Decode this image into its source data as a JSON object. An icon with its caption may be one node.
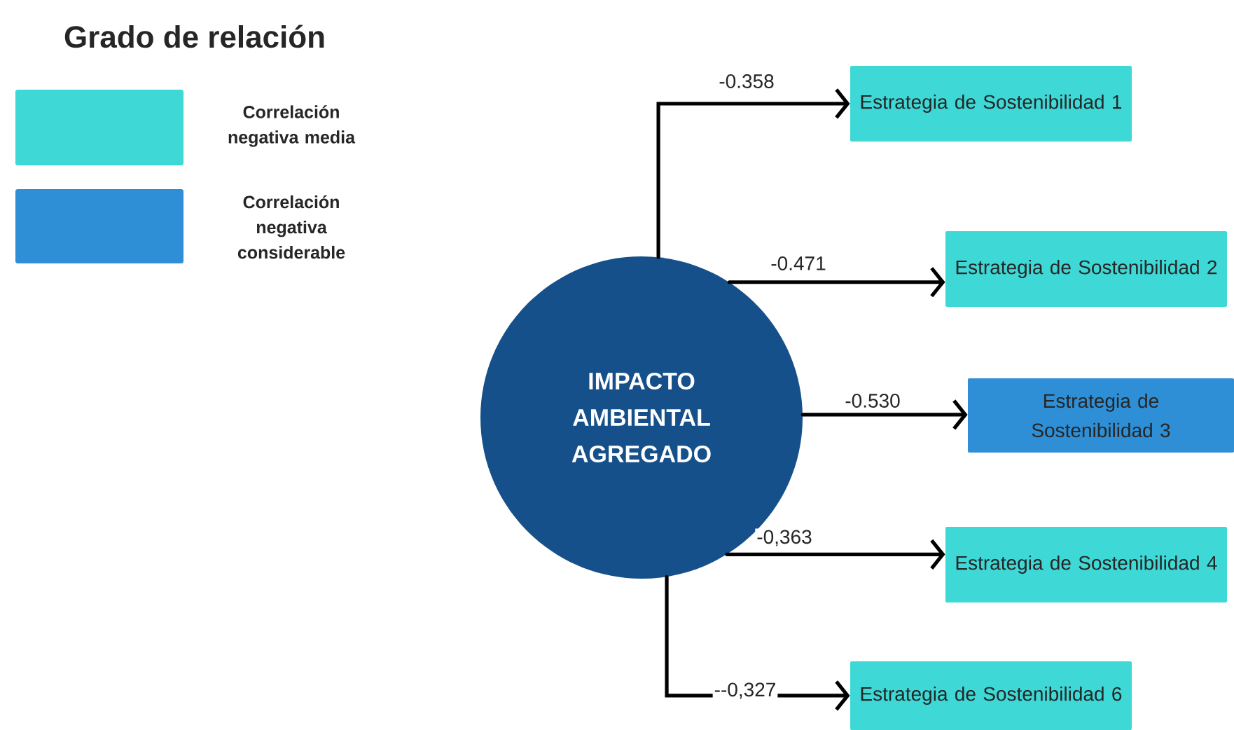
{
  "diagram": {
    "title": "Grado de relación",
    "nodes": [
      {
        "text": [
          "IMPACTO AMBIENTAL AGREGADO"
        ]
      },
      {
        "text": [
          "Estrategia de Sostenibilidad 1"
        ]
      },
      {
        "text": [
          "Estrategia de Sostenibilidad 2"
        ]
      },
      {
        "text": [
          "Estrategia de Sostenibilidad 3"
        ]
      },
      {
        "text": [
          "Estrategia de Sostenibilidad 4"
        ]
      },
      {
        "text": [
          "Estrategia de Sostenibilidad 6"
        ]
      }
    ],
    "edges": [
      {
        "from": 0,
        "to": 1,
        "arrow": "to",
        "label": "-0.358"
      },
      {
        "from": 0,
        "to": 2,
        "arrow": "to",
        "label": "-0.471"
      },
      {
        "from": 0,
        "to": 3,
        "arrow": "to",
        "label": "-0.530"
      },
      {
        "from": 0,
        "to": 4,
        "arrow": "to",
        "label": "-0,363"
      },
      {
        "from": 0,
        "to": 5,
        "arrow": "to",
        "label": "--0,327"
      }
    ],
    "legend": [
      {
        "text": "Correlación negativa media",
        "color": "#3ed8d6"
      },
      {
        "text": "Correlación negativa considerable",
        "color": "#2e8fd6"
      }
    ]
  }
}
